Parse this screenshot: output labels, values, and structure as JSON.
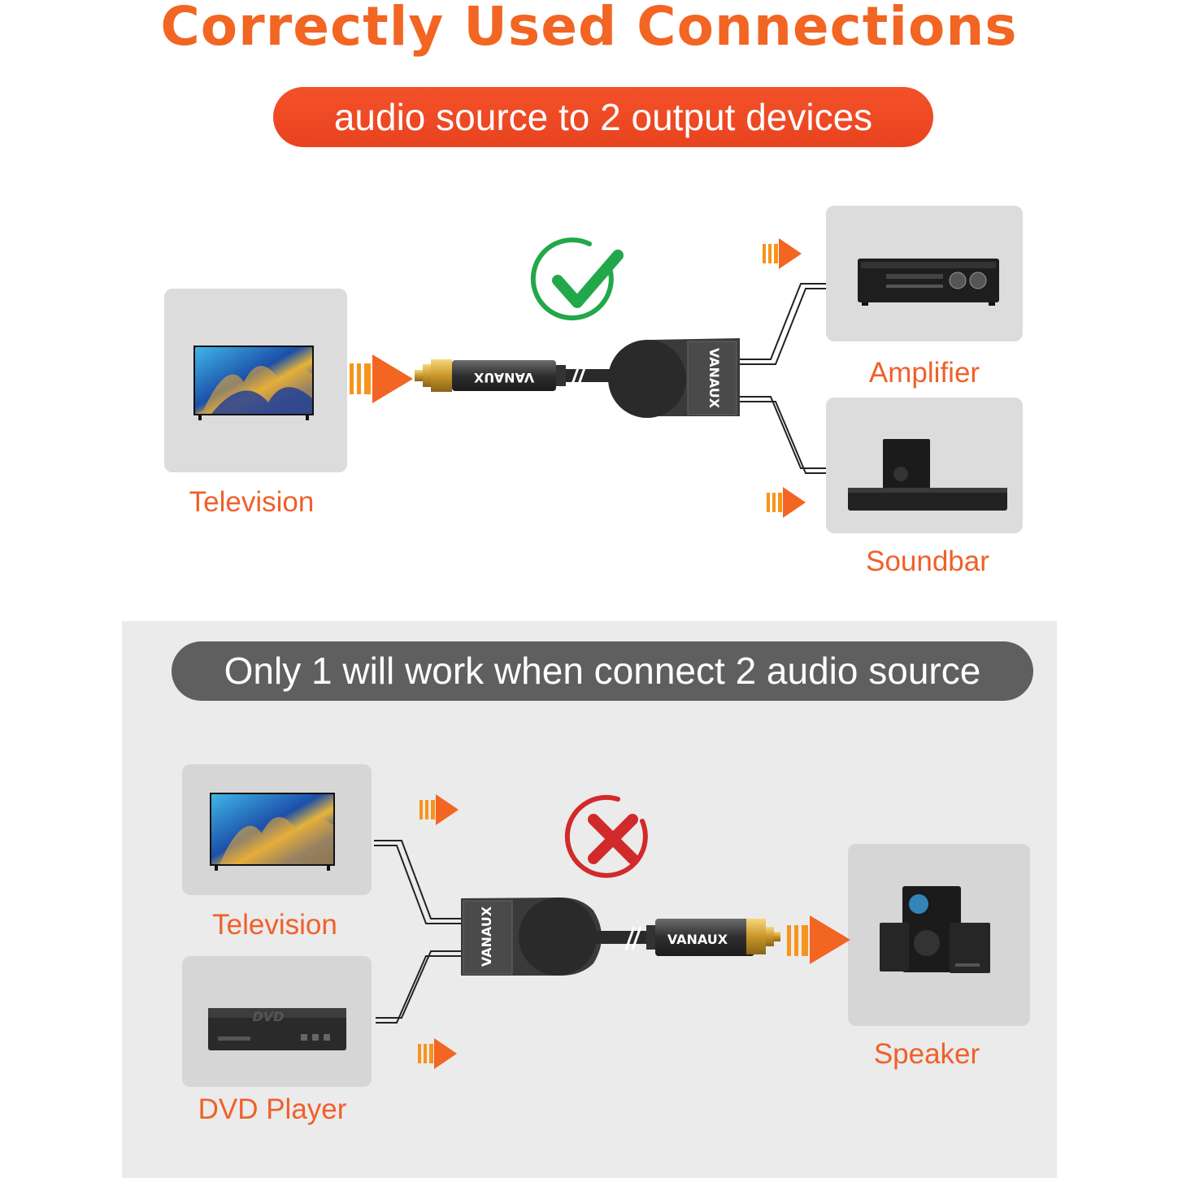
{
  "title": "Correctly Used Connections",
  "top_section": {
    "pill": "audio source to 2 output devices",
    "source_label": "Television",
    "output_labels": [
      "Amplifier",
      "Soundbar"
    ],
    "status": "check-icon",
    "brand": "VANAUX"
  },
  "bottom_section": {
    "pill": "Only 1 will work when connect 2 audio source",
    "source_labels": [
      "Television",
      "DVD Player"
    ],
    "output_label": "Speaker",
    "status": "cross-icon",
    "brand": "VANAUX",
    "dvd_text": "DVD"
  },
  "colors": {
    "accent": "#f26522",
    "check": "#22a84a",
    "cross": "#d22a2a"
  }
}
